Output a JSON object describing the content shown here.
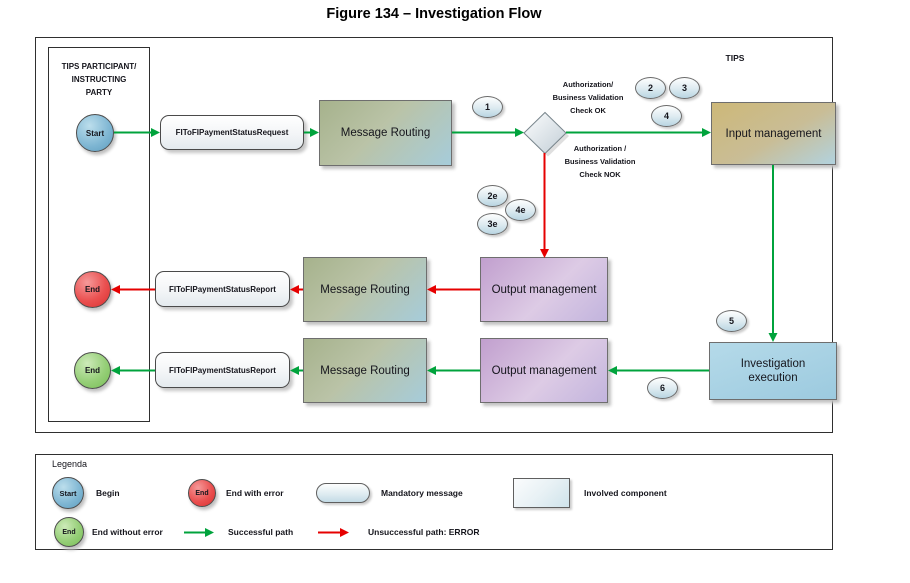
{
  "title": "Figure 134 – Investigation Flow",
  "diagram": {
    "participant_label": "TIPS PARTICIPANT/\nINSTRUCTING\nPARTY",
    "tips_label": "TIPS",
    "nodes": {
      "start": "Start",
      "end": "End",
      "request": "FIToFIPaymentStatusRequest",
      "report": "FIToFIPaymentStatusReport",
      "message_routing": "Message Routing",
      "input_management": "Input management",
      "output_management": "Output management",
      "investigation_execution": "Investigation execution",
      "decision_ok": "Authorization/\nBusiness Validation\nCheck OK",
      "decision_nok": "Authorization /\nBusiness Validation\nCheck NOK"
    },
    "steps": {
      "n1": "1",
      "n2": "2",
      "n3": "3",
      "n4": "4",
      "n2e": "2e",
      "n3e": "3e",
      "n4e": "4e",
      "n5": "5",
      "n6": "6"
    }
  },
  "legend": {
    "title": "Legenda",
    "begin_symbol": "Start",
    "begin_label": "Begin",
    "end_error_symbol": "End",
    "end_error_label": "End with error",
    "mandatory_label": "Mandatory message",
    "involved_label": "Involved component",
    "end_ok_symbol": "End",
    "end_ok_label": "End without error",
    "success_label": "Successful path",
    "error_label": "Unsuccessful path: ERROR"
  },
  "colors": {
    "success_path": "#00a33c",
    "error_path": "#e60000",
    "begin_fill": "#7db5d2",
    "end_error_fill": "#ea5050",
    "end_ok_fill": "#96cf78",
    "routing_fill": "#a6b28c",
    "input_fill": "#cdb878",
    "output_fill": "#c19fce",
    "investigation_fill": "#a5cfe2"
  }
}
